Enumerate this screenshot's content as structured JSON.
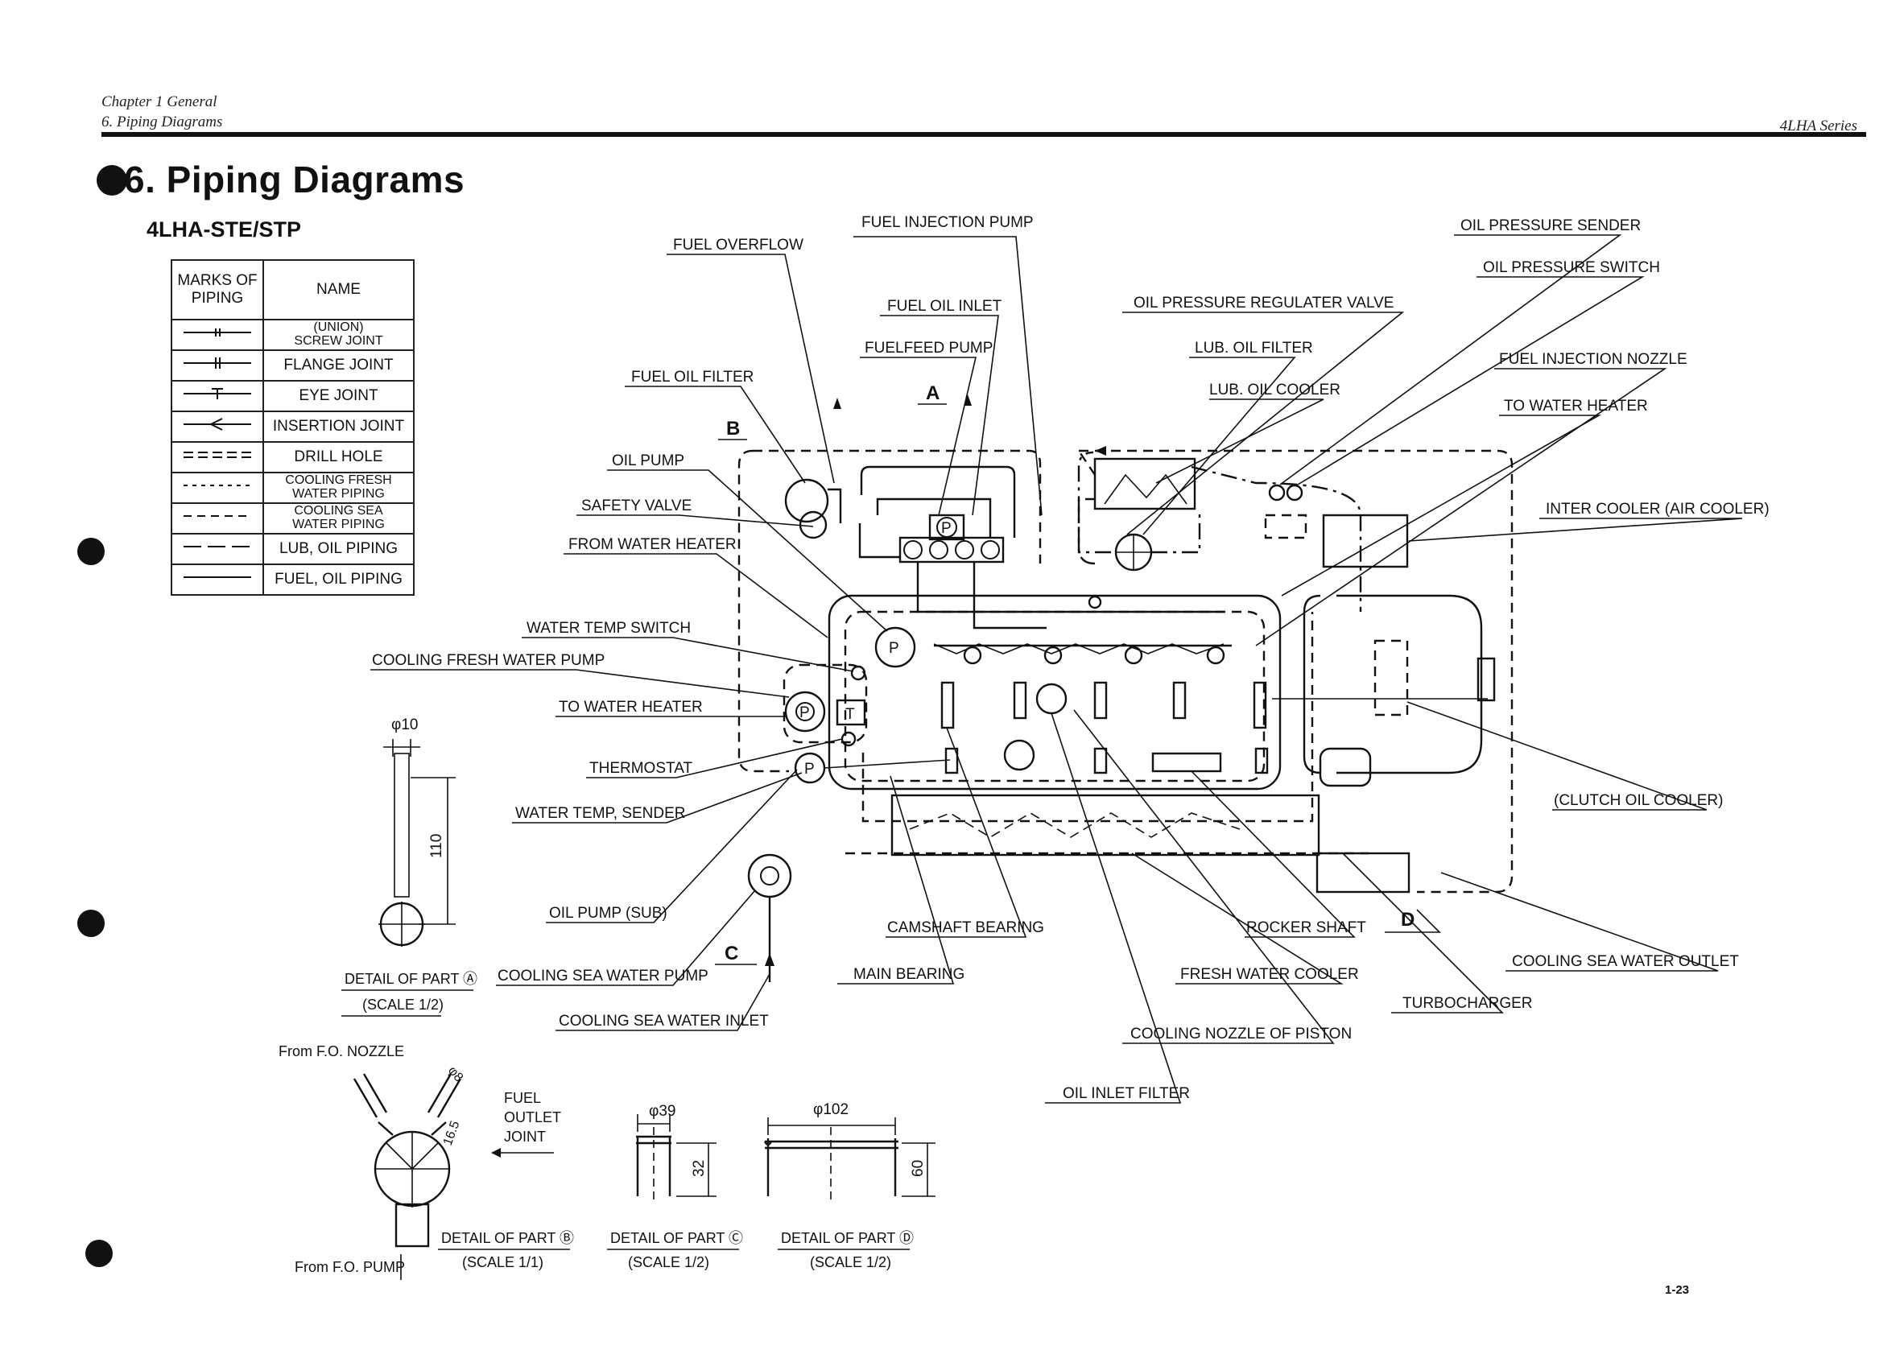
{
  "header": {
    "chapter": "Chapter 1 General",
    "section": "6. Piping Diagrams",
    "series": "4LHA Series"
  },
  "title": "6. Piping Diagrams",
  "subtitle": "4LHA-STE/STP",
  "page_number": "1-23",
  "legend": {
    "col_marks": "MARKS OF PIPING",
    "col_name": "NAME",
    "rows": [
      {
        "name_l1": "(UNION)",
        "name_l2": "SCREW JOINT",
        "mark": "screw-joint"
      },
      {
        "name_l1": "FLANGE JOINT",
        "name_l2": "",
        "mark": "flange-joint"
      },
      {
        "name_l1": "EYE JOINT",
        "name_l2": "",
        "mark": "eye-joint"
      },
      {
        "name_l1": "INSERTION JOINT",
        "name_l2": "",
        "mark": "insertion-joint"
      },
      {
        "name_l1": "DRILL HOLE",
        "name_l2": "",
        "mark": "drill-hole"
      },
      {
        "name_l1": "COOLING FRESH",
        "name_l2": "WATER PIPING",
        "mark": "fresh-water"
      },
      {
        "name_l1": "COOLING SEA",
        "name_l2": "WATER PIPING",
        "mark": "sea-water"
      },
      {
        "name_l1": "LUB, OIL PIPING",
        "name_l2": "",
        "mark": "lub-oil"
      },
      {
        "name_l1": "FUEL, OIL PIPING",
        "name_l2": "",
        "mark": "fuel-oil"
      }
    ]
  },
  "labels": {
    "fuel_injection_pump": "FUEL INJECTION PUMP",
    "fuel_overflow": "FUEL OVERFLOW",
    "fuel_oil_inlet": "FUEL OIL INLET",
    "fuelfeed_pump": "FUELFEED PUMP",
    "fuel_oil_filter": "FUEL OIL FILTER",
    "oil_pump": "OIL PUMP",
    "safety_valve": "SAFETY VALVE",
    "from_water_heater": "FROM WATER HEATER",
    "water_temp_switch": "WATER TEMP SWITCH",
    "cooling_fresh_water_pump": "COOLING FRESH WATER PUMP",
    "to_water_heater_left": "TO WATER HEATER",
    "thermostat": "THERMOSTAT",
    "water_temp_sender": "WATER TEMP, SENDER",
    "oil_pump_sub": "OIL PUMP (SUB)",
    "cooling_sea_water_pump": "COOLING SEA WATER PUMP",
    "cooling_sea_water_inlet": "COOLING SEA WATER INLET",
    "oil_pressure_sender": "OIL PRESSURE SENDER",
    "oil_pressure_switch": "OIL PRESSURE SWITCH",
    "oil_pressure_regulater_valve": "OIL PRESSURE REGULATER VALVE",
    "lub_oil_filter": "LUB. OIL FILTER",
    "lub_oil_cooler": "LUB. OIL COOLER",
    "fuel_injection_nozzle": "FUEL INJECTION NOZZLE",
    "to_water_heater_right": "TO WATER HEATER",
    "inter_cooler": "INTER COOLER (AIR COOLER)",
    "clutch_oil_cooler": "(CLUTCH OIL COOLER)",
    "camshaft_bearing": "CAMSHAFT BEARING",
    "main_bearing": "MAIN BEARING",
    "rocker_shaft": "ROCKER SHAFT",
    "fresh_water_cooler": "FRESH WATER COOLER",
    "cooling_nozzle_of_piston": "COOLING NOZZLE OF PISTON",
    "oil_inlet_filter": "OIL INLET FILTER",
    "turbocharger": "TURBOCHARGER",
    "cooling_sea_water_outlet": "COOLING SEA WATER OUTLET"
  },
  "markers": {
    "a": "A",
    "b": "B",
    "c": "C",
    "d": "D",
    "pump": "P",
    "thermostat": "T"
  },
  "details": {
    "a": {
      "title": "DETAIL OF PART Ⓐ",
      "scale": "(SCALE 1/2)",
      "dim_dia": "φ10",
      "dim_len": "110"
    },
    "b": {
      "title": "DETAIL OF PART Ⓑ",
      "scale": "(SCALE 1/1)",
      "from_nozzle": "From F.O. NOZZLE",
      "from_pump": "From F.O. PUMP",
      "dim_dia": "φ8",
      "dim_len": "16.5",
      "fuel_l1": "FUEL",
      "fuel_l2": "OUTLET",
      "fuel_l3": "JOINT"
    },
    "c": {
      "title": "DETAIL OF PART Ⓒ",
      "scale": "(SCALE 1/2)",
      "dim_dia": "φ39",
      "dim_h": "32"
    },
    "d": {
      "title": "DETAIL OF PART Ⓓ",
      "scale": "(SCALE 1/2)",
      "dim_dia": "φ102",
      "dim_h": "60"
    }
  }
}
